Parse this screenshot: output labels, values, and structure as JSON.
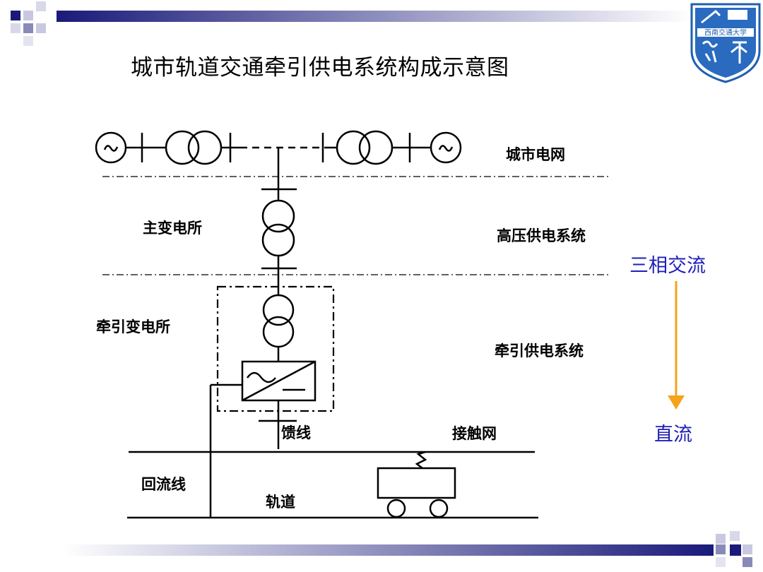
{
  "title": "城市轨道交通牵引供电系统构成示意图",
  "labels": {
    "city_grid": "城市电网",
    "main_substation": "主变电所",
    "hv_supply": "高压供电系统",
    "traction_substation": "牵引变电所",
    "traction_supply": "牵引供电系统",
    "feeder": "馈线",
    "catenary": "接触网",
    "return_line": "回流线",
    "track": "轨道"
  },
  "side": {
    "three_phase_ac": "三相交流",
    "dc": "直流"
  },
  "logo": {
    "school_name": "西南交通大学"
  },
  "colors": {
    "side_text": "#1f1fb8",
    "arrow": "#f5a31a",
    "deco_dark": "#1a1a7a",
    "deco_light": "#a8a8cc"
  }
}
